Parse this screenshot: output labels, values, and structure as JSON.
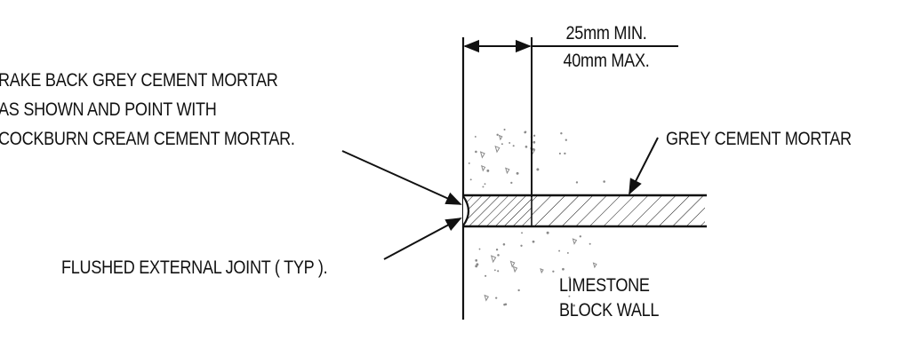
{
  "dimensions": {
    "min": "25mm MIN.",
    "max": "40mm MAX."
  },
  "notes": {
    "rake_back": [
      "RAKE BACK GREY CEMENT MORTAR",
      "AS SHOWN AND POINT WITH",
      "COCKBURN CREAM CEMENT MORTAR."
    ],
    "grey_mortar": "GREY CEMENT MORTAR",
    "flushed_joint": "FLUSHED EXTERNAL JOINT ( TYP ).",
    "wall": [
      "LIMESTONE",
      "BLOCK WALL"
    ]
  },
  "colors": {
    "line": "#111111",
    "stipple": "#8a8a8a"
  }
}
